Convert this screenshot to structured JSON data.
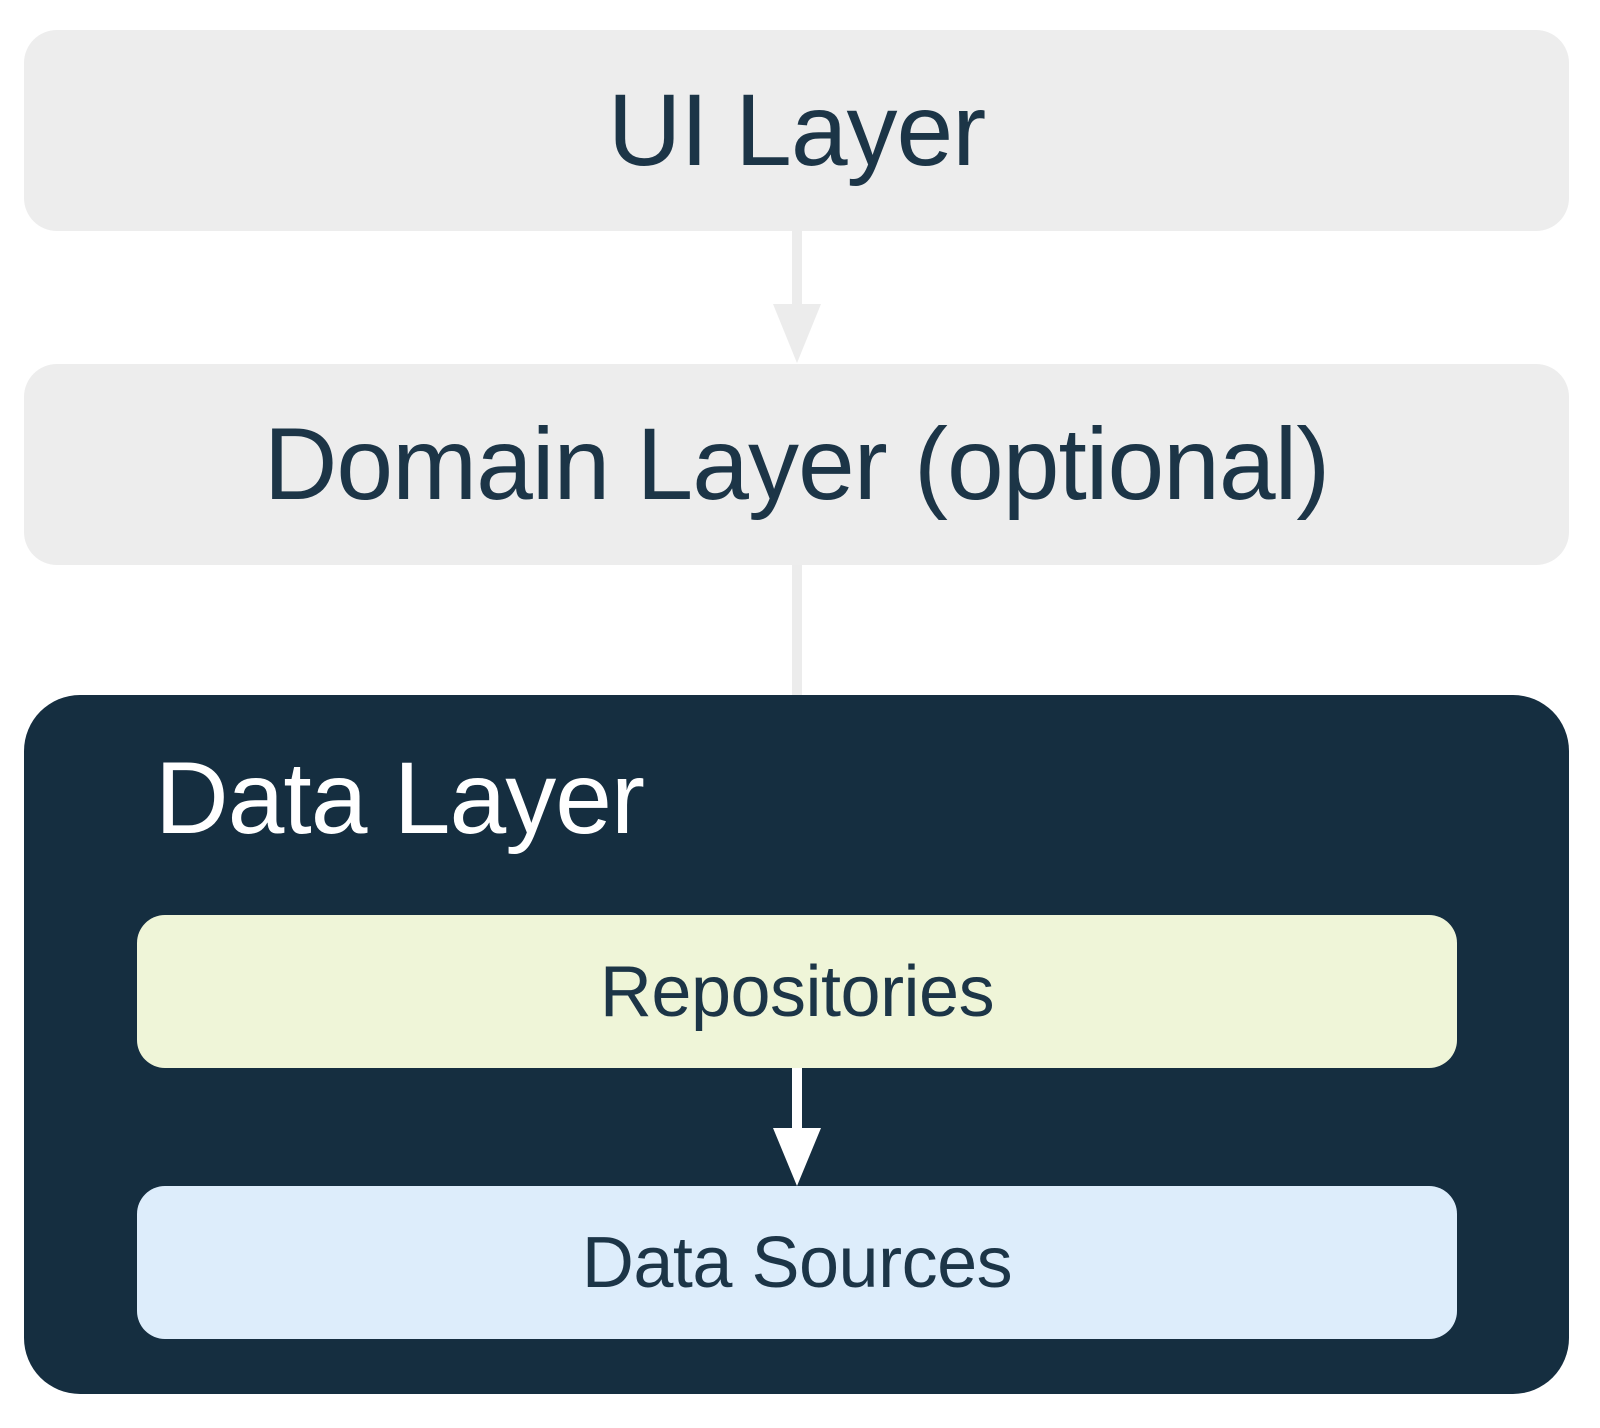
{
  "colors": {
    "background": "#ffffff",
    "layer_box_gray": "#ededed",
    "navy": "#152e40",
    "navy_text": "#1c3547",
    "repositories_fill": "#eff5d8",
    "data_sources_fill": "#ddedfb",
    "arrow_gray": "#ececec",
    "arrow_white": "#ffffff"
  },
  "diagram": {
    "ui_layer": {
      "label": "UI Layer"
    },
    "domain_layer": {
      "label": "Domain Layer (optional)"
    },
    "data_layer": {
      "label": "Data Layer",
      "repositories": {
        "label": "Repositories"
      },
      "data_sources": {
        "label": "Data Sources"
      }
    }
  }
}
